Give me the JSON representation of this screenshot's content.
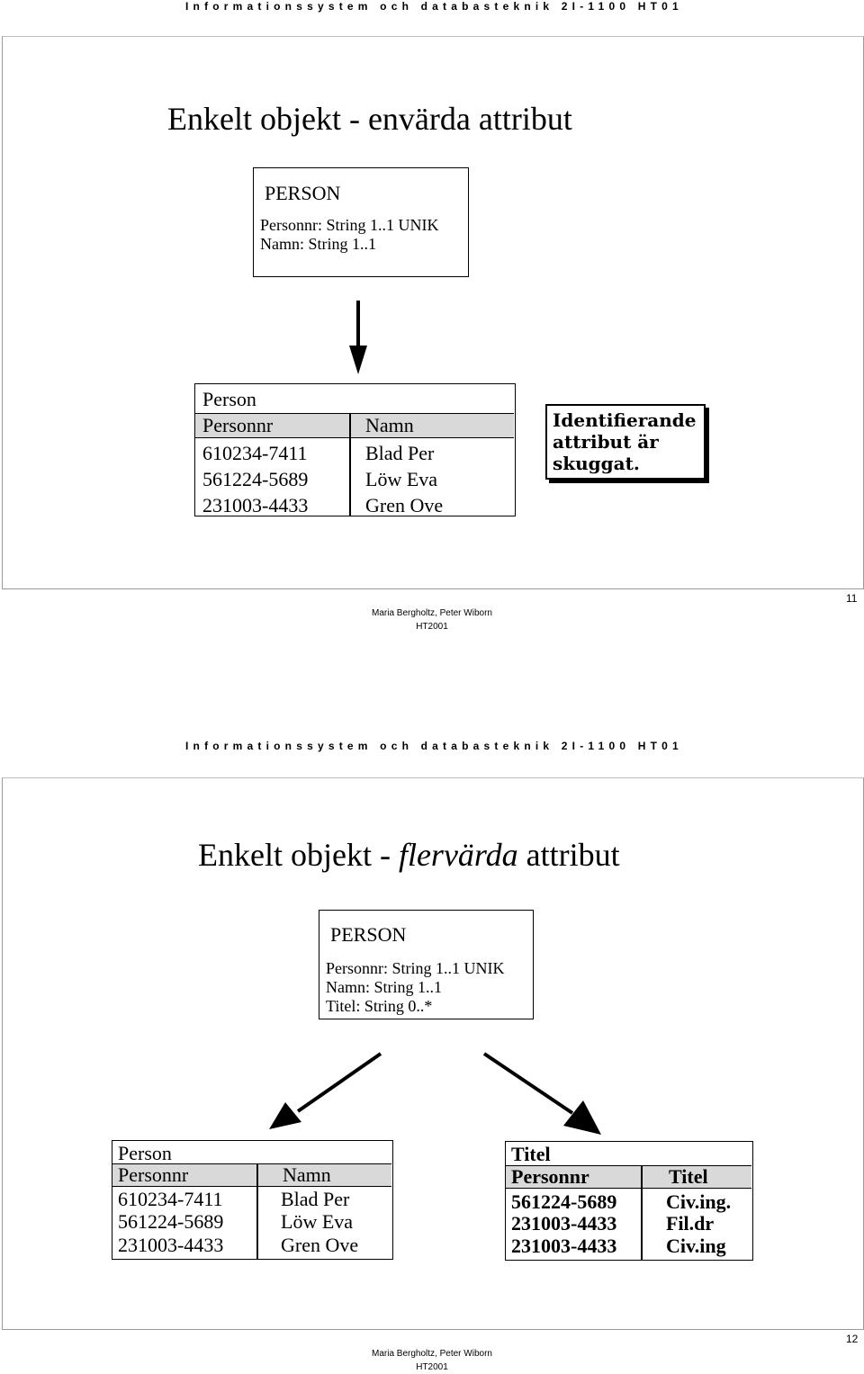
{
  "header_text": "Informationssystem och databasteknik 2I-1100 HT01",
  "slide1": {
    "title": "Enkelt objekt - envärda attribut",
    "class_box": {
      "name": "PERSON",
      "attributes": [
        "Personnr: String 1..1 UNIK",
        "Namn: String 1..1"
      ]
    },
    "table": {
      "name": "Person",
      "columns": [
        "Personnr",
        "Namn"
      ],
      "rows": [
        [
          "610234-7411",
          "Blad Per"
        ],
        [
          "561224-5689",
          "Löw Eva"
        ],
        [
          "231003-4433",
          "Gren Ove"
        ]
      ]
    },
    "note_lines": [
      "Identifierande",
      "attribut är",
      "skuggat."
    ],
    "footer_authors": "Maria Bergholtz, Peter Wiborn",
    "footer_term": "HT2001",
    "page_number": "11"
  },
  "slide2": {
    "title_prefix": "Enkelt objekt - ",
    "title_italic": "flervärda",
    "title_suffix": " attribut",
    "class_box": {
      "name": "PERSON",
      "attributes": [
        "Personnr: String 1..1 UNIK",
        "Namn: String 1..1",
        "Titel: String 0..*"
      ]
    },
    "table_left": {
      "name": "Person",
      "columns": [
        "Personnr",
        "Namn"
      ],
      "rows": [
        [
          "610234-7411",
          "Blad Per"
        ],
        [
          "561224-5689",
          "Löw Eva"
        ],
        [
          "231003-4433",
          "Gren Ove"
        ]
      ]
    },
    "table_right": {
      "name": "Titel",
      "columns": [
        "Personnr",
        "Titel"
      ],
      "rows": [
        [
          "561224-5689",
          "Civ.ing."
        ],
        [
          "231003-4433",
          "Fil.dr"
        ],
        [
          "231003-4433",
          "Civ.ing"
        ]
      ]
    },
    "footer_authors": "Maria Bergholtz, Peter Wiborn",
    "footer_term": "HT2001",
    "page_number": "12"
  }
}
